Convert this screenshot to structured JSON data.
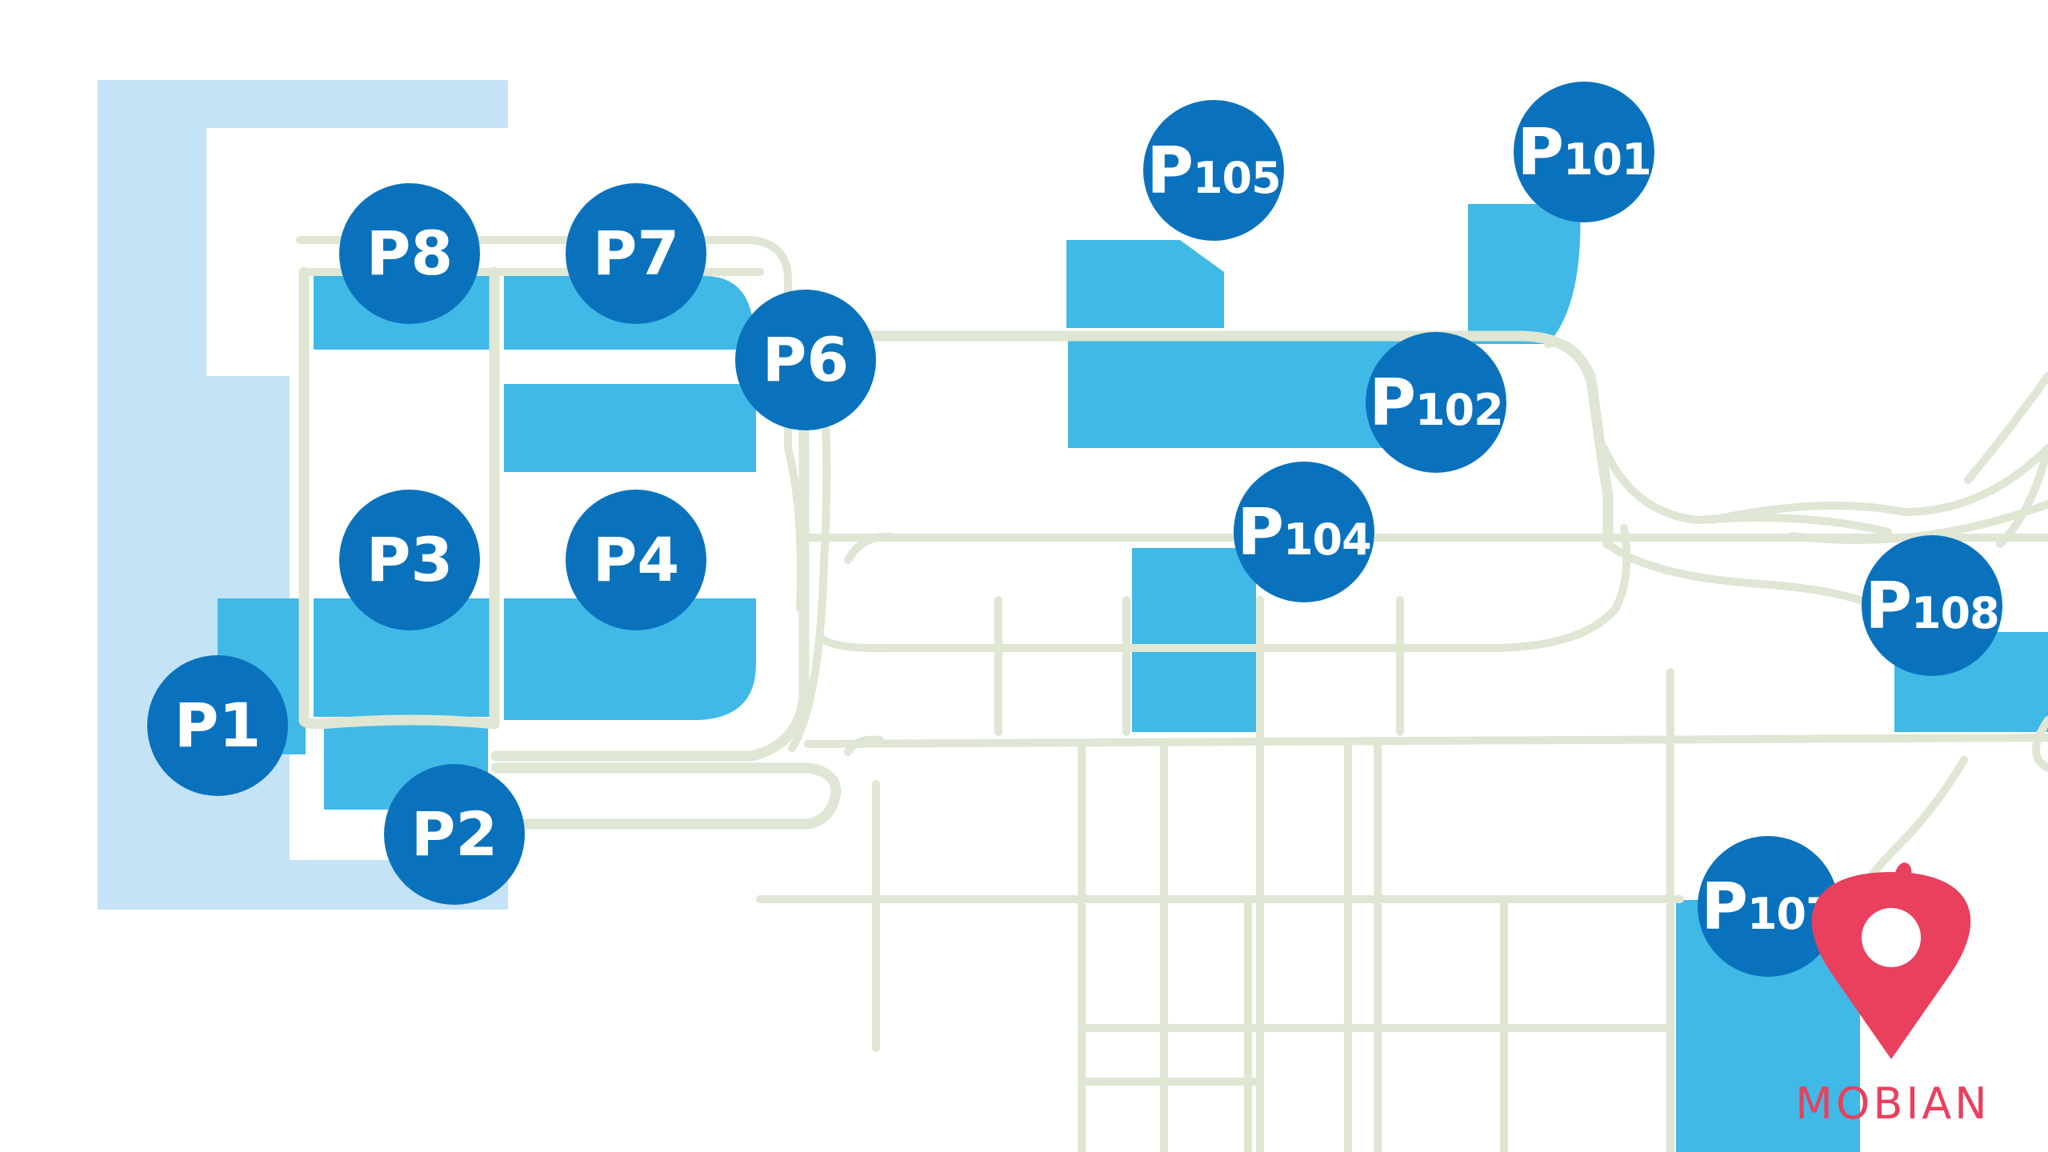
{
  "colors": {
    "lot": "#40b9e6",
    "terminal": "#c4e3f7",
    "road": "#dfe6d3",
    "marker_default": "#0a72bd",
    "marker_selected": "#5cbf2a",
    "brand": "#e8405d"
  },
  "markers": [
    {
      "id": "p8",
      "prefix": "P",
      "number": "8",
      "style": "large",
      "selected": false
    },
    {
      "id": "p7",
      "prefix": "P",
      "number": "7",
      "style": "large",
      "selected": false
    },
    {
      "id": "p6",
      "prefix": "P",
      "number": "6",
      "style": "large",
      "selected": false
    },
    {
      "id": "p3",
      "prefix": "P",
      "number": "3",
      "style": "large",
      "selected": true
    },
    {
      "id": "p4",
      "prefix": "P",
      "number": "4",
      "style": "large",
      "selected": false
    },
    {
      "id": "p1",
      "prefix": "P",
      "number": "1",
      "style": "large",
      "selected": false
    },
    {
      "id": "p2",
      "prefix": "P",
      "number": "2",
      "style": "large",
      "selected": false
    },
    {
      "id": "p105",
      "prefix": "P",
      "number": "105",
      "style": "small",
      "selected": false
    },
    {
      "id": "p101",
      "prefix": "P",
      "number": "101",
      "style": "small",
      "selected": false
    },
    {
      "id": "p102",
      "prefix": "P",
      "number": "102",
      "style": "small",
      "selected": false
    },
    {
      "id": "p104",
      "prefix": "P",
      "number": "104",
      "style": "small",
      "selected": false
    },
    {
      "id": "p108",
      "prefix": "P",
      "number": "108",
      "style": "small",
      "selected": false
    },
    {
      "id": "p107",
      "prefix": "P",
      "number": "107",
      "style": "small",
      "selected": false
    }
  ],
  "brand": {
    "name": "MOBIAN",
    "icon": "location-pin-icon"
  }
}
